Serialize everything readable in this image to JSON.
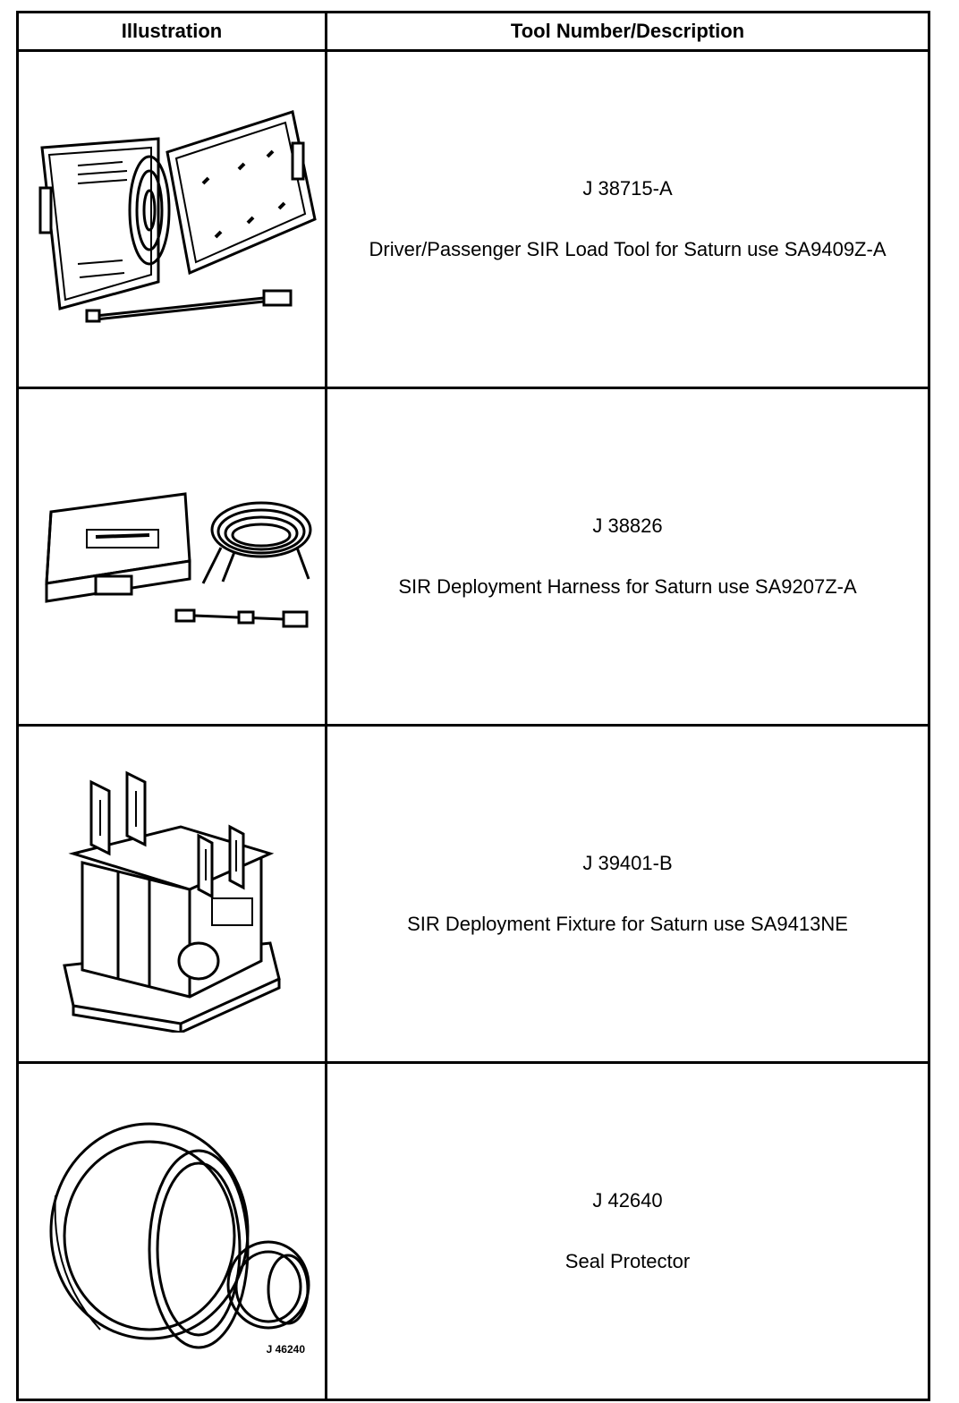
{
  "headers": {
    "illustration": "Illustration",
    "tool_desc": "Tool Number/Description"
  },
  "rows": [
    {
      "tool_number": "J 38715-A",
      "description": "Driver/Passenger SIR Load Tool for Saturn use SA9409Z-A",
      "illustration_icon": "sir-load-tool-case-icon"
    },
    {
      "tool_number": "J 38826",
      "description": "SIR Deployment Harness for Saturn use SA9207Z-A",
      "illustration_icon": "deployment-harness-case-icon"
    },
    {
      "tool_number": "J 39401-B",
      "description": "SIR Deployment Fixture for Saturn use SA9413NE",
      "illustration_icon": "deployment-fixture-icon"
    },
    {
      "tool_number": "J 42640",
      "description": "Seal Protector",
      "illustration_icon": "seal-protector-icon",
      "illustration_label": "J 46240"
    }
  ]
}
